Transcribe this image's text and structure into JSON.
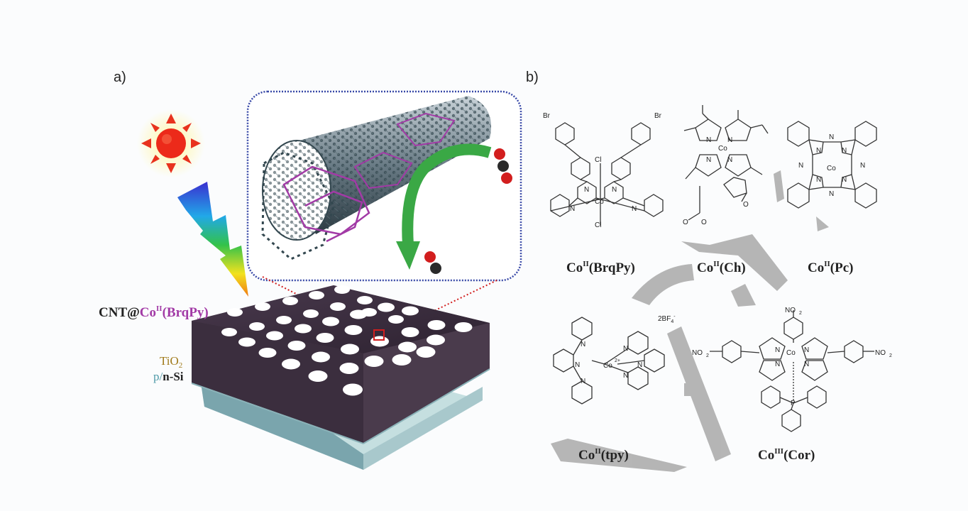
{
  "panels": {
    "a": "a)",
    "b": "b)"
  },
  "device": {
    "catalyst_prefix": "CNT@",
    "catalyst_metal": "Co",
    "catalyst_ox": "II",
    "catalyst_ligand": "(BrqPy)",
    "layer_tio2": "TiO",
    "layer_tio2_sub": "2",
    "layer_si_p": "p",
    "layer_si_sep": "/",
    "layer_si_n": "n-Si"
  },
  "complexes": [
    {
      "metal": "Co",
      "ox": "II",
      "ligand": "(BrqPy)"
    },
    {
      "metal": "Co",
      "ox": "II",
      "ligand": "(Ch)"
    },
    {
      "metal": "Co",
      "ox": "II",
      "ligand": "(Pc)"
    },
    {
      "metal": "Co",
      "ox": "II",
      "ligand": "(tpy)"
    },
    {
      "metal": "Co",
      "ox": "III",
      "ligand": "(Cor)"
    }
  ],
  "atoms": {
    "br": "Br",
    "co": "Co",
    "cl": "Cl",
    "n": "N",
    "o": "O",
    "p": "P",
    "no2": "NO",
    "no2_sub": "2",
    "co2plus": "Co",
    "charge": "2+",
    "counterion": "2BF",
    "counterion_sub": "4",
    "counterion_sup": "-"
  },
  "colors": {
    "accent_purple": "#a23aa6",
    "tio2": "#a07a1a",
    "si": "#4e9aa8",
    "arrow_green": "#3aa845",
    "zoom_box": "#3a4aa8"
  }
}
